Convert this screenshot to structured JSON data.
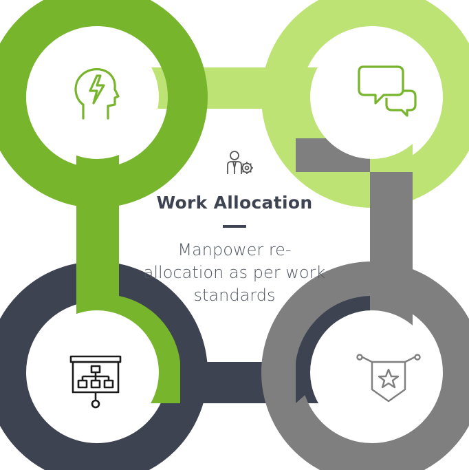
{
  "center": {
    "title": "Work Allocation",
    "description_lines": [
      "Manpower re-",
      "allocation as per work",
      "standards"
    ],
    "icon": "employee-gear-icon"
  },
  "colors": {
    "green": "#77b52c",
    "light_green": "#bde375",
    "dark_slate": "#3d4350",
    "gray": "#7f7f7f",
    "white": "#ffffff"
  },
  "nodes": [
    {
      "position": "top-left",
      "icon": "brain-lightning-icon"
    },
    {
      "position": "top-right",
      "icon": "chat-bubbles-icon"
    },
    {
      "position": "bottom-left",
      "icon": "presentation-flowchart-icon"
    },
    {
      "position": "bottom-right",
      "icon": "star-banner-icon"
    }
  ]
}
